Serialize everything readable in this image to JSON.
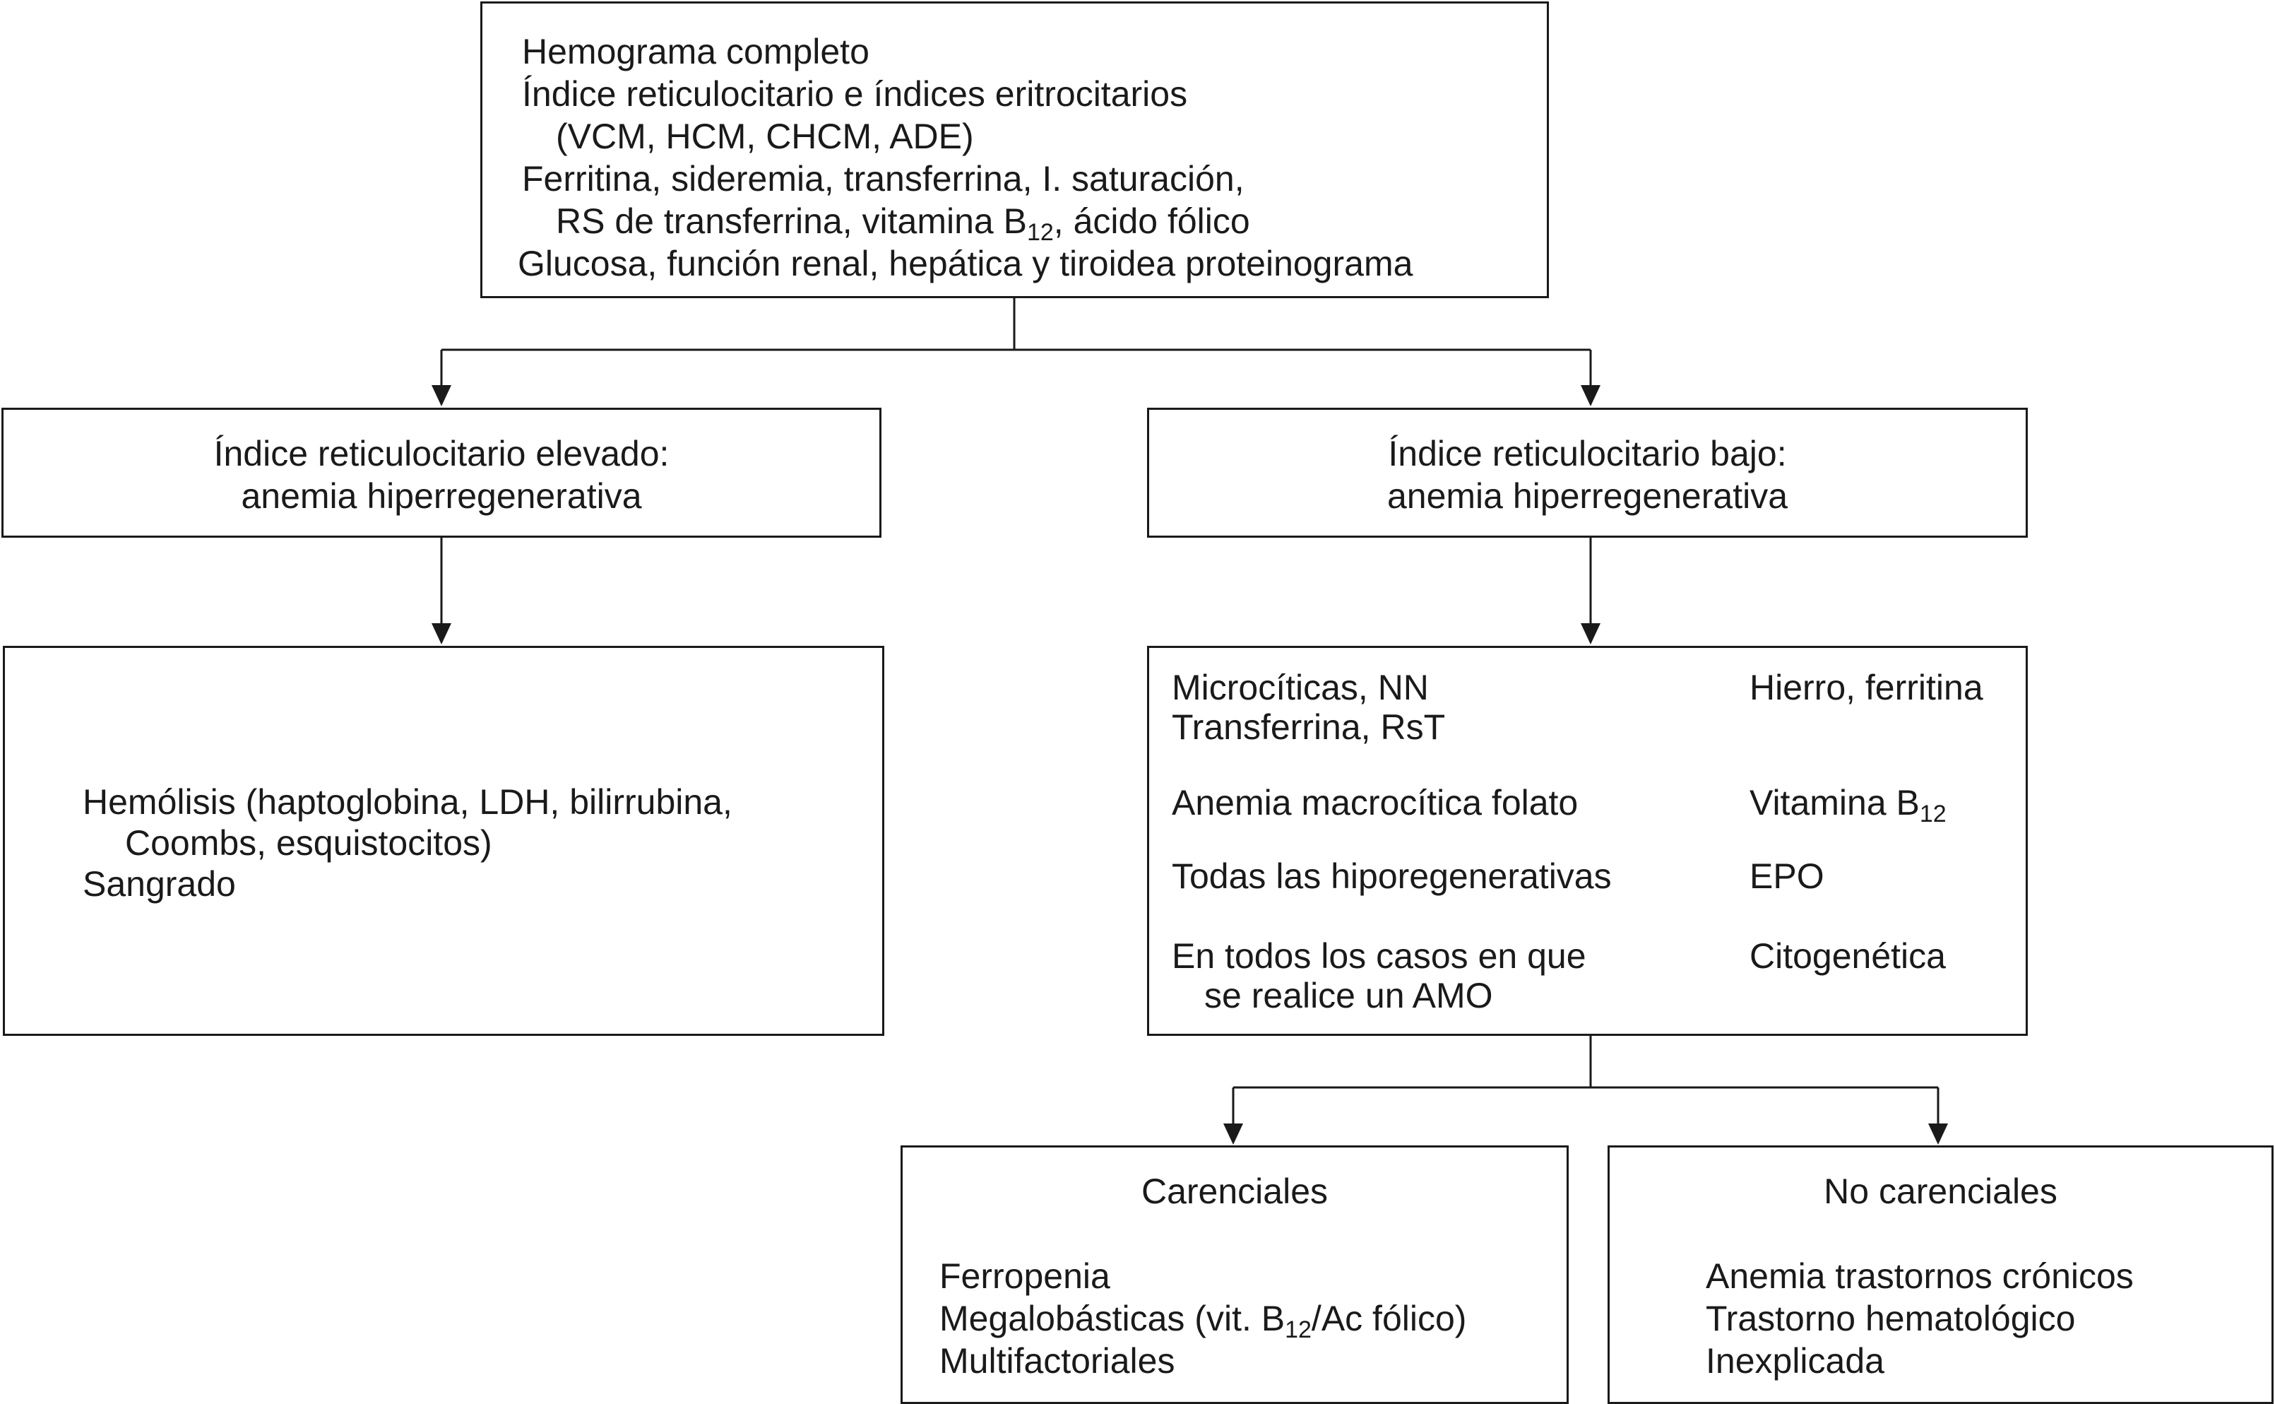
{
  "top_box": {
    "line1": "Hemograma completo",
    "line2": "Índice reticulocitario e índices eritrocitarios",
    "line3": "(VCM, HCM, CHCM, ADE)",
    "line4": "Ferritina, sideremia, transferrina, I. saturación,",
    "line5_pre": "RS de transferrina, vitamina B",
    "line5_sub": "12",
    "line5_post": ", ácido fólico",
    "line6": "Glucosa, función renal, hepática y tiroidea proteinograma"
  },
  "left_box": {
    "line1": "Índice reticulocitario elevado:",
    "line2": "anemia hiperregenerativa"
  },
  "right_box": {
    "line1": "Índice reticulocitario bajo:",
    "line2": "anemia hiperregenerativa"
  },
  "hemolysis_box": {
    "line1": "Hemólisis (haptoglobina, LDH, bilirrubina,",
    "line2": "Coombs, esquistocitos)",
    "line3": "Sangrado"
  },
  "tests_box": {
    "rows": [
      {
        "left1": "Microcíticas, NN",
        "left2": "Transferrina, RsT",
        "right_pre": "Hierro, ferritina",
        "right_sub": "",
        "right_post": ""
      },
      {
        "left1": "Anemia macrocítica folato",
        "left2": "",
        "right_pre": "Vitamina B",
        "right_sub": "12",
        "right_post": ""
      },
      {
        "left1": "Todas las hiporegenerativas",
        "left2": "",
        "right_pre": "EPO",
        "right_sub": "",
        "right_post": ""
      },
      {
        "left1": "En todos los casos en que",
        "left2": "se realice un AMO",
        "right_pre": "Citogenética",
        "right_sub": "",
        "right_post": ""
      }
    ]
  },
  "carenciales_box": {
    "title": "Carenciales",
    "line1": "Ferropenia",
    "line2_pre": "Megalobásticas (vit. B",
    "line2_sub": "12",
    "line2_post": "/Ac fólico)",
    "line3": "Multifactoriales"
  },
  "no_carenciales_box": {
    "title": "No carenciales",
    "line1": "Anemia trastornos crónicos",
    "line2": "Trastorno hematológico",
    "line3": "Inexplicada"
  },
  "colors": {
    "stroke": "#1a1a1a",
    "background": "#ffffff"
  }
}
